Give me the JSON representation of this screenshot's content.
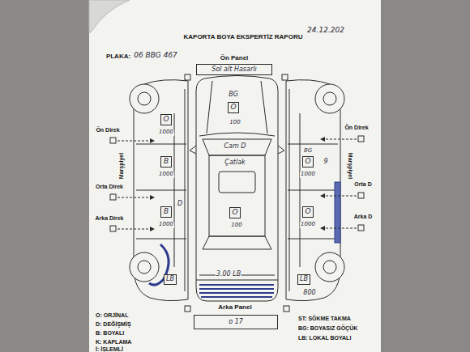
{
  "diagram": {
    "title": "KAPORTA BOYA EKSPERTİZ RAPORU",
    "nodes": [
      {
        "text": [
          "Sol alt Hasarlı"
        ]
      },
      {
        "text": [
          "O"
        ]
      },
      {
        "text": [
          "O"
        ]
      },
      {
        "text": [
          "B"
        ]
      },
      {
        "text": [
          "B"
        ]
      },
      {
        "text": [
          "LB"
        ]
      },
      {
        "text": [
          "O"
        ]
      },
      {
        "text": [
          "O"
        ]
      },
      {
        "text": [
          "LB"
        ]
      },
      {
        "text": [
          "O"
        ]
      },
      {
        "text": [
          "o 17"
        ]
      }
    ],
    "labels": [
      "PLAKA:",
      "06 BBG 467",
      "24.12.202",
      "Ön Panel",
      "BG",
      "100",
      "Cam D",
      "Çatlak",
      "100",
      "3.00 LB",
      "Arka Panel",
      "Ön Direk",
      "Orta Direk",
      "Arka Direk",
      "Marşpiyel",
      "1000",
      "1000",
      "1000",
      "D",
      "Ön Direk",
      "Orta D",
      "Arka D",
      "Marşpiyel",
      "BG",
      "1000",
      "1000",
      "9",
      "800"
    ],
    "legend": [
      {
        "text": "O: ORJİNAL"
      },
      {
        "text": "D: DEĞİŞMİŞ"
      },
      {
        "text": "B: BOYALI"
      },
      {
        "text": "K: KAPLAMA"
      },
      {
        "text": "İ: İŞLEMLİ"
      },
      {
        "text": "ST: SÖKME TAKMA"
      },
      {
        "text": "BG: BOYASIZ GÖÇÜK"
      },
      {
        "text": "LB: LOKAL BOYALI"
      }
    ]
  }
}
